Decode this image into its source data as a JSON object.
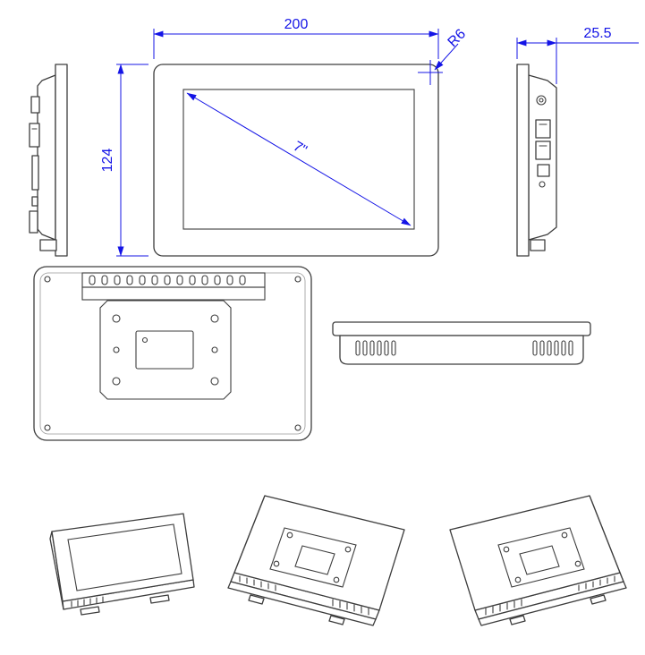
{
  "colors": {
    "dimension": "#1414e6",
    "outline": "#3d3d3d"
  },
  "dimensions": {
    "width_label": "200",
    "height_label": "124",
    "diagonal_label": "7\"",
    "radius_label": "R6",
    "depth_label": "25.5"
  }
}
